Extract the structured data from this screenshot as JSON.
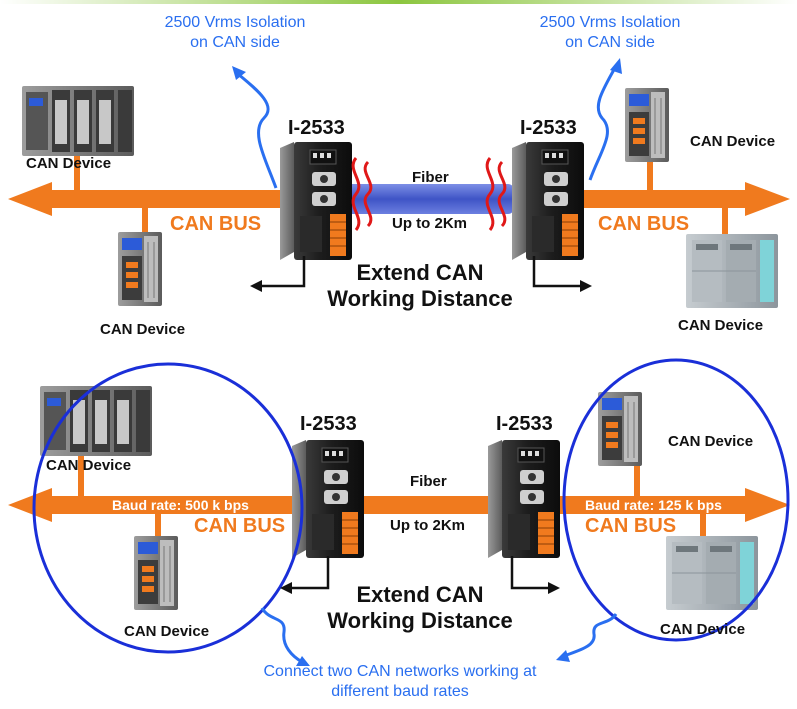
{
  "colors": {
    "bus_orange": "#f07a1e",
    "fiber_blue": "#5a6fd0",
    "note_blue": "#2a6ff0",
    "ellipse_blue": "#1a2fd8",
    "wave_red": "#e01818",
    "top_band_green": "#8cc63f"
  },
  "top": {
    "isolation_left": [
      "2500 Vrms Isolation",
      "on CAN side"
    ],
    "isolation_right": [
      "2500 Vrms Isolation",
      "on CAN side"
    ],
    "model_left": "I-2533",
    "model_right": "I-2533",
    "fiber_label": "Fiber",
    "fiber_distance": "Up to 2Km",
    "bus_left": "CAN BUS",
    "bus_right": "CAN BUS",
    "extend_line1": "Extend CAN",
    "extend_line2": "Working Distance",
    "device_labels": [
      "CAN Device",
      "CAN Device",
      "CAN Device",
      "CAN Device"
    ]
  },
  "bottom": {
    "model_left": "I-2533",
    "model_right": "I-2533",
    "fiber_label": "Fiber",
    "fiber_distance": "Up to 2Km",
    "baud_left": "Baud rate: 500 k bps",
    "baud_right": "Baud rate: 125 k bps",
    "bus_left": "CAN BUS",
    "bus_right": "CAN BUS",
    "extend_line1": "Extend CAN",
    "extend_line2": "Working Distance",
    "device_labels": [
      "CAN Device",
      "CAN Device",
      "CAN Device",
      "CAN Device"
    ],
    "note_line1": "Connect two CAN networks working at",
    "note_line2": "different baud rates"
  },
  "icons": [
    "can-device-icon",
    "i2533-module-icon",
    "plc-icon",
    "signal-wave-icon",
    "pointer-arrow-icon"
  ]
}
